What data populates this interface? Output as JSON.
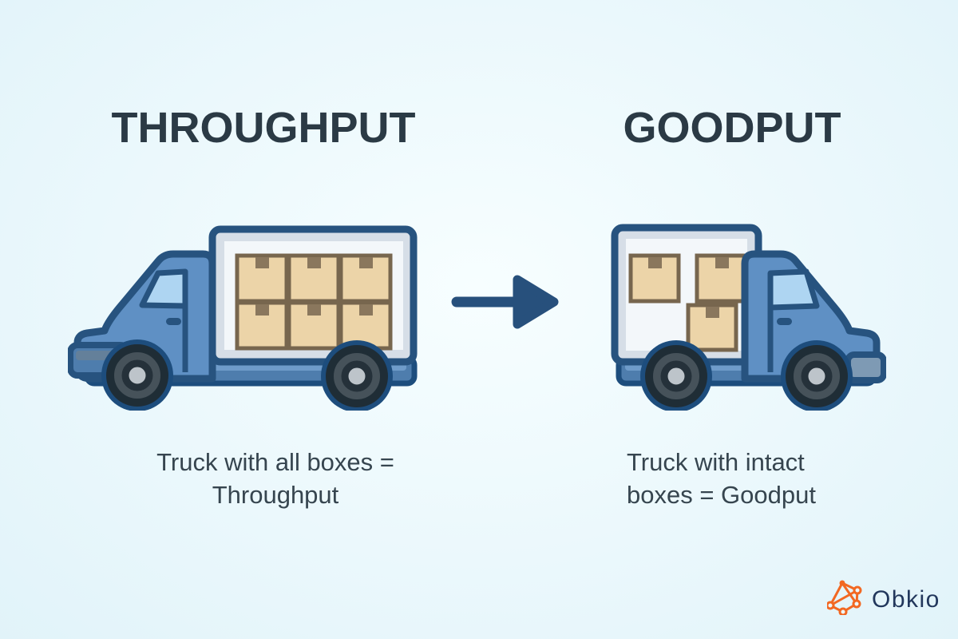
{
  "page": {
    "background_color": "#e9f6fb",
    "kind": "infographic comparing throughput vs goodput"
  },
  "left_panel": {
    "title": "THROUGHPUT",
    "caption_lines": [
      "Truck with all boxes =",
      "Throughput"
    ],
    "truck": {
      "description": "delivery truck fully loaded",
      "box_count": 6,
      "facing": "left"
    }
  },
  "right_panel": {
    "title": "GOODPUT",
    "caption_lines": [
      "Truck with intact",
      "boxes = Goodput"
    ],
    "truck": {
      "description": "delivery truck with fewer intact boxes",
      "box_count": 3,
      "facing": "right"
    }
  },
  "arrow": {
    "direction": "right",
    "color": "#27507c"
  },
  "logo": {
    "brand": "Obkio",
    "icon": "network-graph-icon",
    "icon_color": "#f26822",
    "text_color": "#22375c"
  },
  "palette": {
    "truck_body": "#5f90c4",
    "outline": "#27537f",
    "cargo_frame": "#d6dee7",
    "cargo_interior": "#f3f7fa",
    "box_fill": "#ecd4a8",
    "box_border": "#77664e",
    "box_tab": "#8a775d",
    "windshield": "#aed5f2",
    "tire_gray": "#46525a",
    "hub_light": "#bdc4ca",
    "bumper_gray": "#7e9ab4",
    "title_text": "#2b3a45",
    "caption_text": "#36454f"
  }
}
